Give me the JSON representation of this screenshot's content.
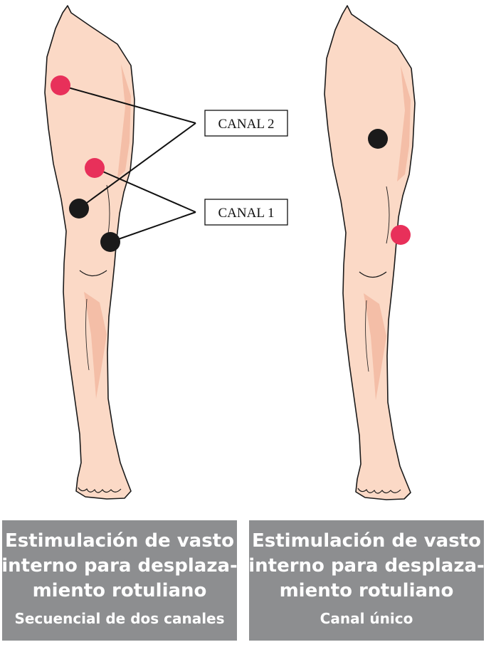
{
  "labels": {
    "canal2": "CANAL 2",
    "canal1": "CANAL 1"
  },
  "captions": {
    "left": {
      "lines": [
        "Estimulación de vasto",
        "interno para desplaza-",
        "miento rotuliano"
      ],
      "sub": "Secuencial de dos canales"
    },
    "right": {
      "lines": [
        "Estimulación de vasto",
        "interno para desplaza-",
        "miento rotuliano"
      ],
      "sub": "Canal único"
    }
  },
  "colors": {
    "skin": "#fbd9c6",
    "skin_shadow": "#f2b79f",
    "outline": "#1a1a1a",
    "electrode_red": "#e8305a",
    "electrode_black": "#1a1a1a",
    "caption_bg": "#8d8e90",
    "caption_text": "#ffffff"
  }
}
